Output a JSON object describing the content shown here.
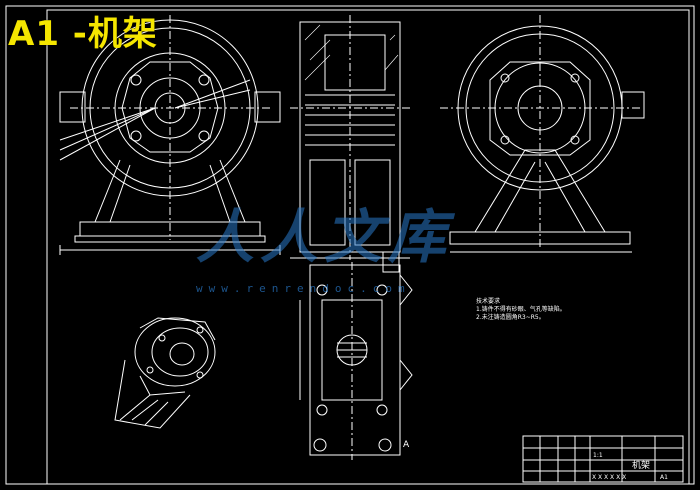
{
  "overlay": {
    "title": "A1 -机架"
  },
  "watermark": {
    "text": "人人文库",
    "url": "www.renrendoc.com"
  },
  "title_block": {
    "part_name": "机架",
    "scale_label": "1:1",
    "institution": "X X X X X X",
    "drawing_no": "A1"
  },
  "notes": {
    "heading": "技术要求",
    "line1": "1.铸件不得有砂眼、气孔等缺陷。",
    "line2": "2.未注铸造圆角R3~R5。"
  },
  "section_mark": "A",
  "colors": {
    "background": "#000000",
    "lines": "#ffffff",
    "accent": "#f5e600",
    "watermark": "#2878c8"
  }
}
